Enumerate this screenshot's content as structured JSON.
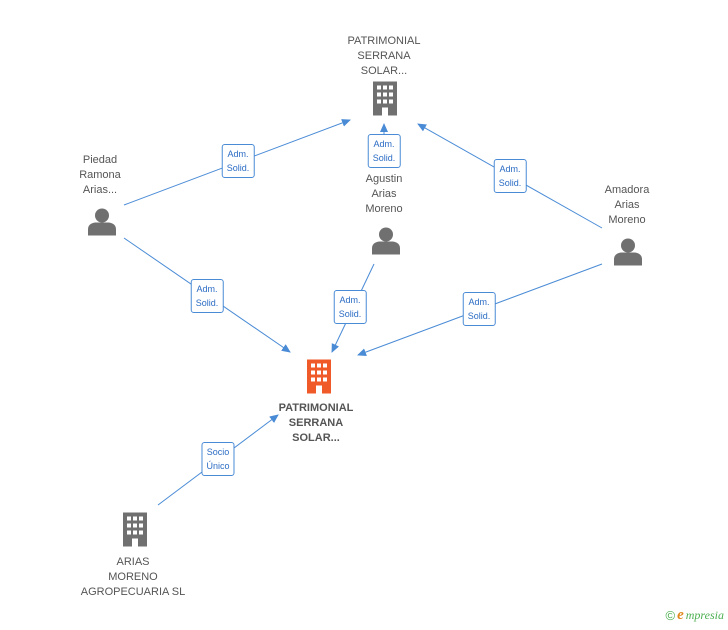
{
  "colors": {
    "edge": "#4a8bd6",
    "building_gray": "#707070",
    "building_focus": "#f05a28",
    "person": "#707070"
  },
  "nodes": {
    "top_company": {
      "label": "PATRIMONIAL\nSERRANA\nSOLAR...",
      "icon": "building-icon"
    },
    "piedad": {
      "label": "Piedad\nRamona\nArias...",
      "icon": "person-icon"
    },
    "agustin": {
      "label": "Agustin\nArias\nMoreno",
      "icon": "person-icon"
    },
    "amadora": {
      "label": "Amadora\nArias\nMoreno",
      "icon": "person-icon"
    },
    "focus_company": {
      "label": "PATRIMONIAL\nSERRANA\nSOLAR...",
      "icon": "building-icon"
    },
    "arias_agro": {
      "label": "ARIAS\nMORENO\nAGROPECUARIA SL",
      "icon": "building-icon"
    }
  },
  "edges": {
    "piedad_top": "Adm.\nSolid.",
    "agustin_top": "Adm.\nSolid.",
    "amadora_top": "Adm.\nSolid.",
    "piedad_focus": "Adm.\nSolid.",
    "agustin_focus": "Adm.\nSolid.",
    "amadora_focus": "Adm.\nSolid.",
    "agro_focus": "Socio\nÚnico"
  },
  "brand": {
    "copyright": "©",
    "e": "e",
    "rest": "mpresia"
  }
}
